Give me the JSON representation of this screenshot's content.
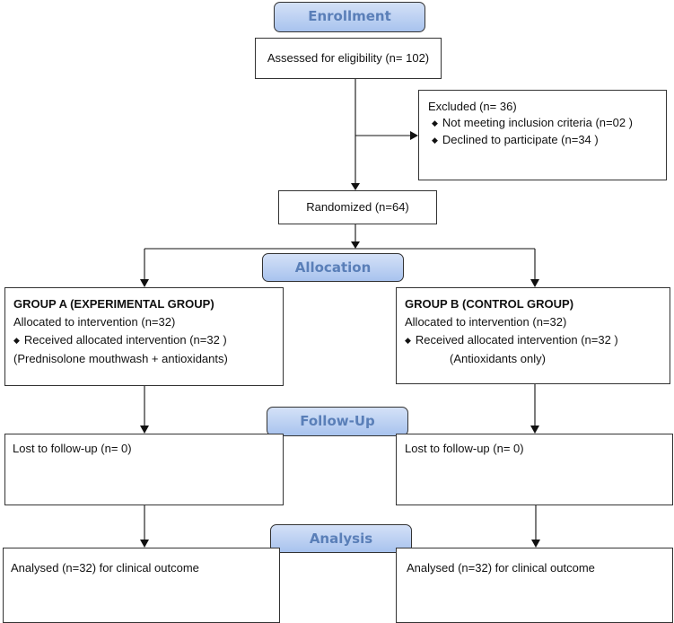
{
  "stages": {
    "enrollment": "Enrollment",
    "allocation": "Allocation",
    "followup": "Follow-Up",
    "analysis": "Analysis"
  },
  "assessed": "Assessed for eligibility (n= 102)",
  "excluded": {
    "title": "Excluded (n= 36)",
    "items": [
      "Not meeting inclusion criteria (n=02  )",
      "Declined to participate (n=34  )"
    ]
  },
  "randomized": "Randomized (n=64)",
  "group_a": {
    "title": "GROUP A (EXPERIMENTAL GROUP)",
    "allocated": "Allocated to intervention (n=32)",
    "received": "Received allocated intervention (n=32  )",
    "detail": "(Prednisolone mouthwash + antioxidants)",
    "lost": "Lost to follow-up (n= 0)",
    "analysed": "Analysed (n=32) for clinical outcome"
  },
  "group_b": {
    "title": "GROUP B (CONTROL GROUP)",
    "allocated": "Allocated to intervention (n=32)",
    "received": "Received allocated intervention (n=32  )",
    "detail": "(Antioxidants only)",
    "lost": "Lost to follow-up (n= 0)",
    "analysed": "Analysed (n=32) for clinical outcome"
  },
  "colors": {
    "stage_fill_top": "#d4e1f7",
    "stage_fill_bottom": "#a8c3ee",
    "stage_text": "#5a7fb8",
    "border": "#333333"
  },
  "icons": {
    "bullet": "◆"
  }
}
